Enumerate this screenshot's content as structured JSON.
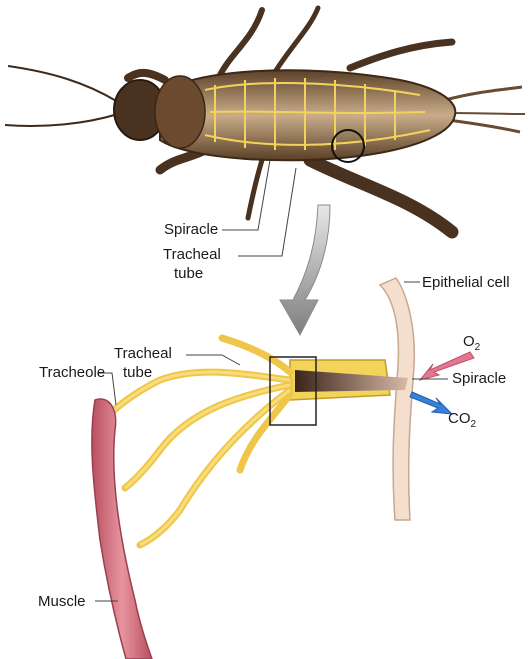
{
  "labels": {
    "spiracle_top": "Spiracle",
    "tracheal_tube_top_1": "Tracheal",
    "tracheal_tube_top_2": "tube",
    "epithelial_cell": "Epithelial cell",
    "tracheal_tube_mid_1": "Tracheal",
    "tracheal_tube_mid_2": "tube",
    "tracheole": "Tracheole",
    "o2_base": "O",
    "o2_sub": "2",
    "spiracle_right": "Spiracle",
    "co2_base": "CO",
    "co2_sub": "2",
    "muscle": "Muscle"
  },
  "colors": {
    "trachea_yellow": "#f2d45a",
    "body_brown": "#7a5a3c",
    "muscle_pink": "#d97a86",
    "o2_arrow": "#e07890",
    "co2_arrow": "#3b7fd6",
    "callout_arrow": "#9a9a9a"
  }
}
